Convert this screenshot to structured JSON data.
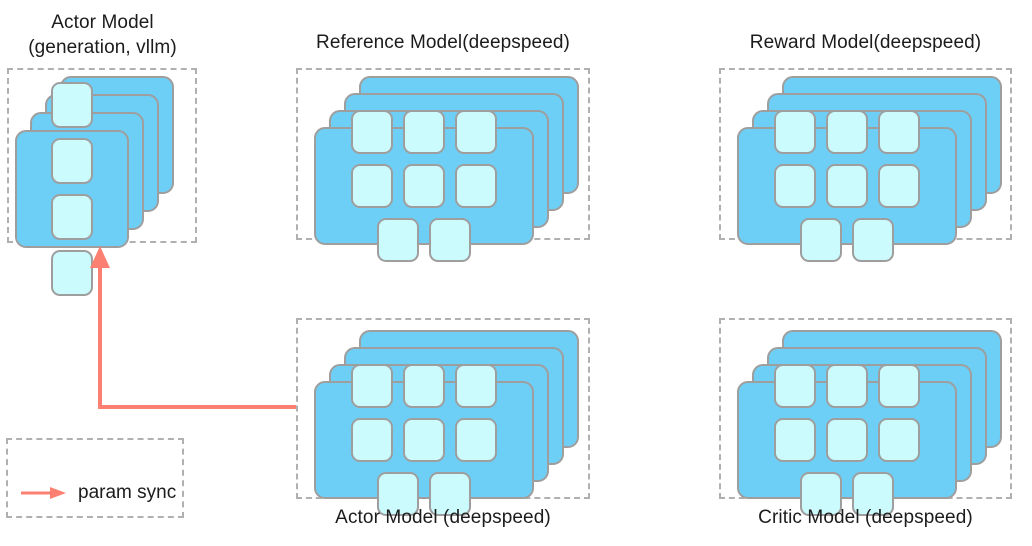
{
  "diagram": {
    "title": "RLHF model placement diagram",
    "colors": {
      "card_fill": "#6ECFF6",
      "cell_fill": "#CCFBFD",
      "card_stroke": "#9E9E9E",
      "dashed_stroke": "#B0B0B0",
      "arrow": "#FB8072",
      "text": "#1C1C1C"
    },
    "groups": [
      {
        "id": "actor-vllm",
        "label": "Actor Model\n(generation, vllm)",
        "label_position": "top",
        "cards": 4,
        "cell_grid": "2x2",
        "cells": 4
      },
      {
        "id": "reference-model",
        "label": "Reference Model(deepspeed)",
        "label_position": "top",
        "cards": 4,
        "cell_grid": "4x2",
        "cells": 8
      },
      {
        "id": "reward-model",
        "label": "Reward Model(deepspeed)",
        "label_position": "top",
        "cards": 4,
        "cell_grid": "4x2",
        "cells": 8
      },
      {
        "id": "actor-deepspeed",
        "label": "Actor Model (deepspeed)",
        "label_position": "bottom",
        "cards": 4,
        "cell_grid": "4x2",
        "cells": 8
      },
      {
        "id": "critic-model",
        "label": "Critic Model (deepspeed)",
        "label_position": "bottom",
        "cards": 4,
        "cell_grid": "4x2",
        "cells": 8
      }
    ],
    "connections": [
      {
        "id": "param-sync-edge",
        "from": "actor-deepspeed",
        "to": "actor-vllm",
        "style": "elbow-arrow",
        "color": "#FB8072",
        "label": ""
      }
    ],
    "legend": {
      "items": [
        {
          "id": "param-sync",
          "label": "param sync",
          "marker": "arrow",
          "color": "#FB8072"
        }
      ]
    }
  }
}
